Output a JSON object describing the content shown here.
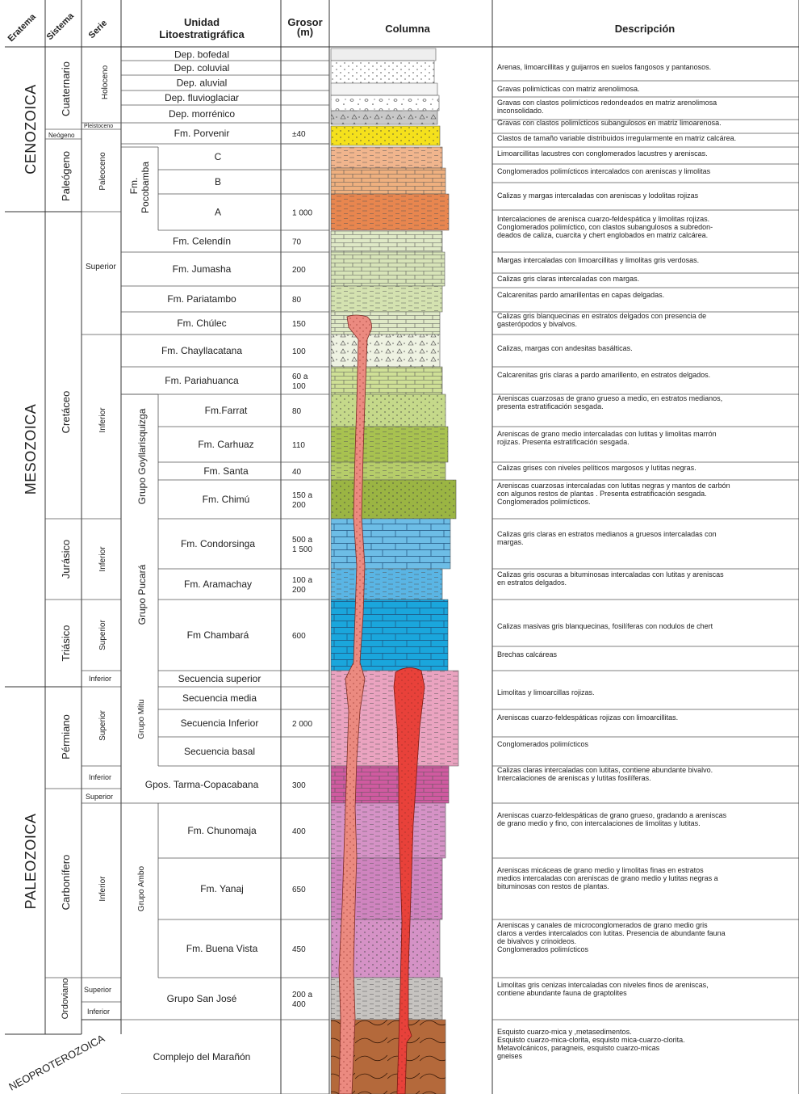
{
  "headers": {
    "eratema": "Eratema",
    "sistema": "Sistema",
    "serie": "Serie",
    "unidad": [
      "Unidad",
      "Litoestratigráfica"
    ],
    "grosor": [
      "Grosor",
      "(m)"
    ],
    "columna": "Columna",
    "descripcion": "Descripción"
  },
  "eratemas": [
    "CENOZOICA",
    "MESOZOICA",
    "PALEOZOICA",
    "NEOPROTEROZOICA"
  ],
  "sistemas": [
    "Cuaternario",
    "Neógeno",
    "Paleógeno",
    "Cretáceo",
    "Jurásico",
    "Triásico",
    "Pérmiano",
    "Carbonífero",
    "Ordoviano"
  ],
  "series": [
    "Holoceno",
    "Pleistoceno",
    "Paleoceno",
    "Superior",
    "Inferior",
    "Inferior",
    "Superior",
    "Inferior",
    "Superior",
    "Inferior",
    "Superior",
    "Inferior",
    "Superior",
    "Inferior"
  ],
  "grupos": {
    "pocobamba": [
      "Fm.",
      "Pocobamba"
    ],
    "goyllarisquizga": "Grupo Goyllarisquizga",
    "pucara": "Grupo Pucará",
    "mitu": "Grupo Mitu",
    "ambo": "Grupo Ambo"
  },
  "units": [
    {
      "name": "Dep. bofedal",
      "thick": ""
    },
    {
      "name": "Dep. coluvial",
      "thick": ""
    },
    {
      "name": "Dep. aluvial",
      "thick": ""
    },
    {
      "name": "Dep. fluvioglaciar",
      "thick": ""
    },
    {
      "name": "Dep. morrénico",
      "thick": ""
    },
    {
      "name": "Fm. Porvenir",
      "thick": "±40"
    },
    {
      "name": "C",
      "thick": ""
    },
    {
      "name": "B",
      "thick": ""
    },
    {
      "name": "A",
      "thick": "1 000"
    },
    {
      "name": "Fm. Celendín",
      "thick": "70"
    },
    {
      "name": "Fm. Jumasha",
      "thick": "200"
    },
    {
      "name": "Fm. Pariatambo",
      "thick": "80"
    },
    {
      "name": "Fm. Chúlec",
      "thick": "150"
    },
    {
      "name": "Fm. Chayllacatana",
      "thick": "100"
    },
    {
      "name": "Fm. Pariahuanca",
      "thick": "60 a\n100"
    },
    {
      "name": "Fm.Farrat",
      "thick": "80"
    },
    {
      "name": "Fm. Carhuaz",
      "thick": "110"
    },
    {
      "name": "Fm. Santa",
      "thick": "40"
    },
    {
      "name": "Fm. Chimú",
      "thick": "150 a\n200"
    },
    {
      "name": "Fm. Condorsinga",
      "thick": "500 a\n1 500"
    },
    {
      "name": "Fm. Aramachay",
      "thick": "100 a\n200"
    },
    {
      "name": "Fm Chambará",
      "thick": "600"
    },
    {
      "name": "Secuencia superior",
      "thick": ""
    },
    {
      "name": "Secuencia media",
      "thick": ""
    },
    {
      "name": "Secuencia Inferior",
      "thick": "2 000"
    },
    {
      "name": "Secuencia basal",
      "thick": ""
    },
    {
      "name": "Gpos. Tarma-Copacabana",
      "thick": "300"
    },
    {
      "name": "Fm. Chunomaja",
      "thick": "400"
    },
    {
      "name": "Fm. Yanaj",
      "thick": "650"
    },
    {
      "name": "Fm. Buena Vista",
      "thick": "450"
    },
    {
      "name": "Grupo San José",
      "thick": "200 a\n400"
    },
    {
      "name": "Complejo del Marañón",
      "thick": ""
    }
  ],
  "descriptions": [
    "Arenas, limoarcillitas y guijarros en suelos fangosos y pantanosos.",
    "Gravas polimícticas con matriz arenolimosa.",
    "Gravas con clastos polimícticos redondeados en matriz arenolimosa\ninconsolidado.",
    "Gravas con clastos polimícticos subangulosos en  matriz limoarenosa.",
    "Clastos de tamaño variable distribuidos irregularmente en matriz calcárea.",
    "Limoarcillitas lacustres con conglomerados lacustres y areniscas.",
    "Conglomerados polimícticos intercalados con areniscas y limolitas",
    "Calizas y margas intercaladas con areniscas y lodolitas rojizas",
    "Intercalaciones de arenisca cuarzo-feldespática y limolitas rojizas.\nConglomerados polimíctico, con clastos subangulosos a subredon-\ndeados de caliza, cuarcita y chert englobados en matriz calcárea.",
    "Margas intercaladas con limoarcillitas y limolitas gris verdosas.",
    "Calizas gris claras intercaladas con margas.",
    "Calcarenitas pardo amarillentas en capas delgadas.",
    "Calizas gris blanquecinas en estratos delgados con presencia de\ngasterópodos y bivalvos.",
    "Calizas, margas con andesitas basálticas.",
    "Calcarenitas gris claras a pardo amarillento, en estratos delgados.",
    "Areniscas cuarzosas de grano grueso a medio, en estratos medianos,\npresenta estratificación sesgada.",
    "Areniscas de grano medio  intercaladas con lutitas y limolitas marrón\nrojizas. Presenta estratificación sesgada.",
    "Calizas grises con niveles pelíticos margosos y lutitas negras.",
    "Areniscas cuarzosas intercaladas con lutitas negras y mantos de carbón\ncon algunos restos de plantas . Presenta estratificación sesgada.\nConglomerados polimícticos.",
    "Calizas gris claras en estratos medianos a gruesos intercaladas con\nmargas.",
    "Calizas gris oscuras a bituminosas intercaladas con lutitas y areniscas\nen estratos delgados.",
    "Calizas masivas gris blanquecinas, fosilíferas con nodulos de chert",
    "Brechas calcáreas",
    "Limolitas y limoarcillas rojizas.",
    "Areniscas cuarzo-feldespáticas rojizas con limoarcillitas.",
    "Conglomerados polimícticos",
    "Calizas claras intercaladas con lutitas, contiene abundante bivalvo.\nIntercalaciones de areniscas y lutitas fosilíferas.",
    "Areniscas cuarzo-feldespáticas de grano grueso, gradando a areniscas\nde grano medio y fino, con intercalaciones de limolitas y lutitas.",
    "Areniscas micáceas de grano medio y limolitas finas en estratos\nmedios intercaladas con areniscas de grano medio y lutitas negras a\nbituminosas con restos de plantas.",
    "Areniscas y canales de microconglomerados de grano medio gris\nclaros a verdes intercalados con lutitas. Presencia de abundante fauna\nde bivalvos y crinoideos.\nConglomerados polimícticos",
    "Limolitas gris cenizas intercaladas con niveles finos de areniscas,\ncontiene abundante fauna de graptolites",
    "Esquisto cuarzo-mica y ,metasedimentos.\nEsquisto cuarzo-mica-clorita, esquisto mica-cuarzo-clorita.\nMetavolcánicos, paragneis, esquisto cuarzo-micas\ngneises"
  ],
  "colors": {
    "quaternary": "#f2f2f2",
    "porvenir": "#f5e11c",
    "paleogene": "#f1b58d",
    "paleogene_a": "#e8864f",
    "upper_cretaceous": "#dfe9c6",
    "lower_cretaceous": "#c5d98a",
    "goyllar": "#9bb543",
    "jurassic": "#5ab5e4",
    "triassic": "#1aa6dc",
    "permian": "#eaa3c0",
    "tarma": "#d05aa0",
    "carboniferous": "#d592c6",
    "ordovician": "#c6c3c0",
    "neoproterozoic": "#b4693b",
    "intrusive": "#eb8a80",
    "intrusive_red": "#e8413a"
  }
}
